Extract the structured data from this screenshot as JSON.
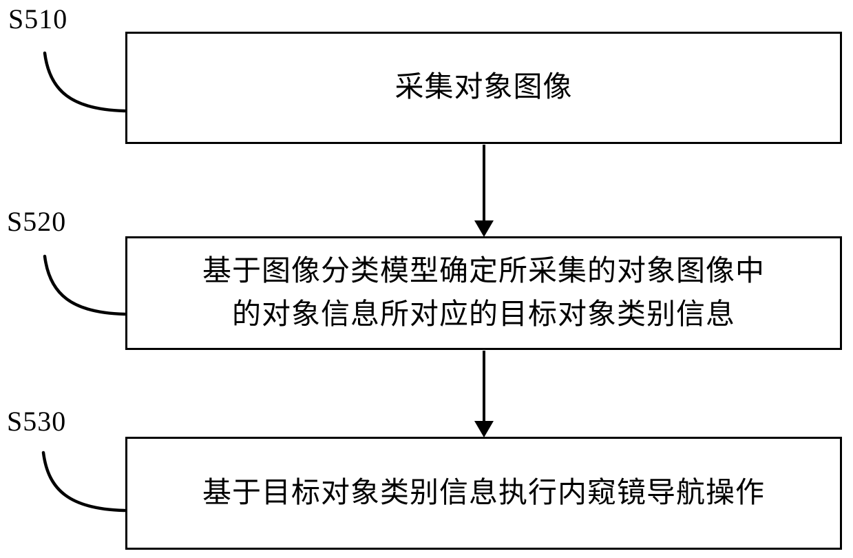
{
  "figure": {
    "colors": {
      "line": "#000000",
      "text": "#000000",
      "background": "#ffffff"
    },
    "steps": [
      {
        "label": "S510",
        "lines": [
          "采集对象图像"
        ]
      },
      {
        "label": "S520",
        "lines": [
          "基于图像分类模型确定所采集的对象图像中",
          "的对象信息所对应的目标对象类别信息"
        ]
      },
      {
        "label": "S530",
        "lines": [
          "基于目标对象类别信息执行内窥镜导航操作"
        ]
      }
    ]
  }
}
